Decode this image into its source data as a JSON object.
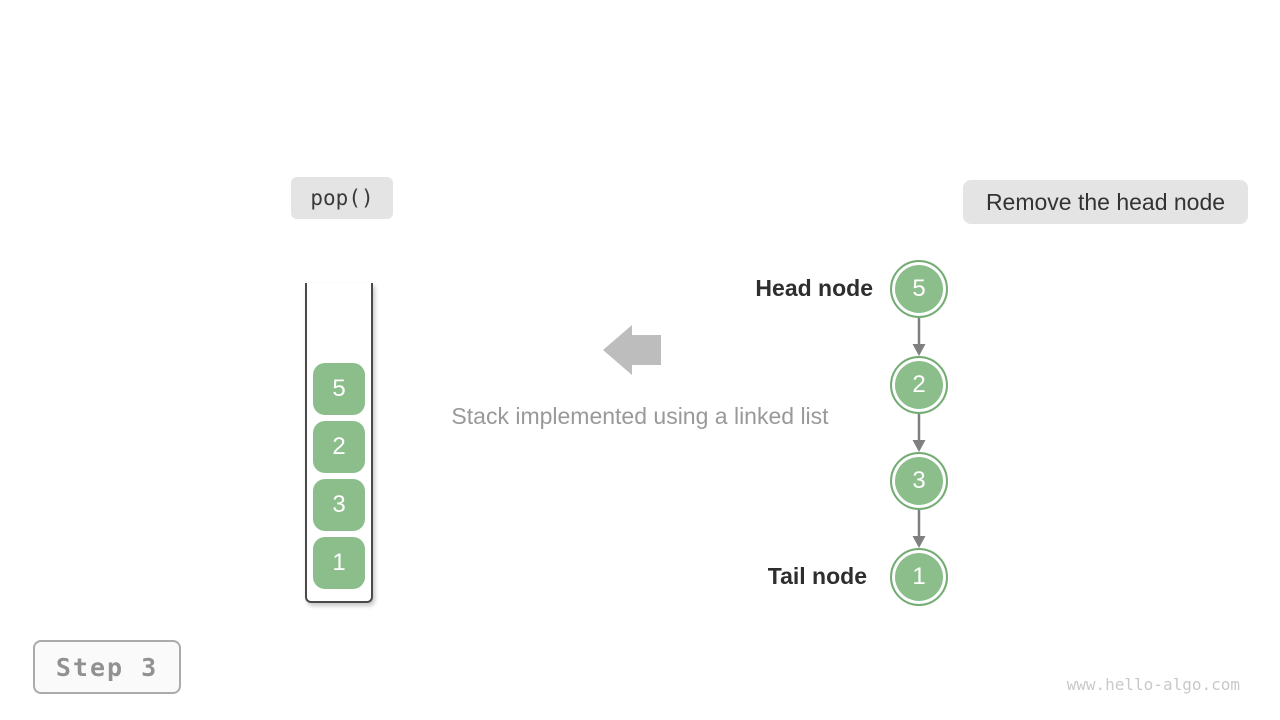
{
  "labels": {
    "operation": "pop()",
    "description": "Remove the head node",
    "caption": "Stack implemented using a linked list",
    "head": "Head node",
    "tail": "Tail node",
    "step": "Step 3",
    "watermark": "www.hello-algo.com"
  },
  "stack": {
    "items": [
      "5",
      "2",
      "3",
      "1"
    ]
  },
  "linked_list": {
    "nodes": [
      "5",
      "2",
      "3",
      "1"
    ]
  },
  "colors": {
    "node_fill": "#8CBE8C",
    "node_ring": "#74AC74",
    "chip_bg": "#E4E4E4",
    "big_arrow_gray": "#BDBDBD",
    "link_arrow_gray": "#7F7F7F",
    "muted_text": "#999999",
    "dark_text": "#333333",
    "container_border": "#4A4A4A"
  }
}
